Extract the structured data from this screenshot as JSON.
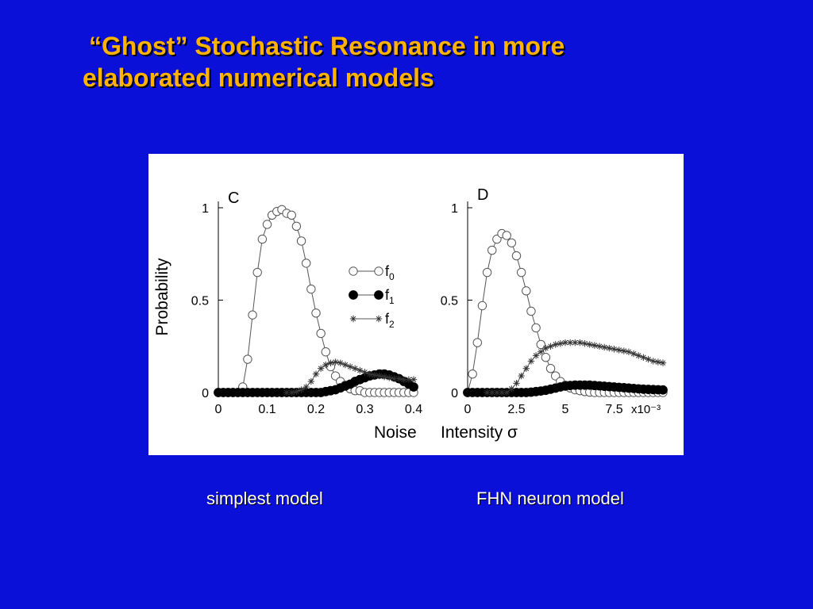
{
  "slide": {
    "title_line1": "“Ghost” Stochastic Resonance in more",
    "title_line2": "elaborated numerical models",
    "caption_left": "simplest model",
    "caption_right": "FHN neuron model",
    "background_color": "#0a10d8",
    "title_color": "#ffb300"
  },
  "chart_data": [
    {
      "type": "line",
      "panel_label": "C",
      "ylabel": "Probability",
      "xlabel": "Noise",
      "xlim": [
        0,
        0.4
      ],
      "ylim": [
        0,
        1
      ],
      "xticks": [
        "0",
        "0.1",
        "0.2",
        "0.3",
        "0.4"
      ],
      "xtick_values": [
        0,
        0.1,
        0.2,
        0.3,
        0.4
      ],
      "yticks": [
        "0",
        "0.5",
        "1"
      ],
      "ytick_values": [
        0,
        0.5,
        1
      ],
      "grid": false,
      "legend": {
        "position": "upper-right",
        "entries": [
          "f0",
          "f1",
          "f2"
        ]
      },
      "series": [
        {
          "name": "f0",
          "marker": "open-circle",
          "x": [
            0,
            0.01,
            0.02,
            0.03,
            0.04,
            0.05,
            0.06,
            0.07,
            0.08,
            0.09,
            0.1,
            0.11,
            0.12,
            0.13,
            0.14,
            0.15,
            0.16,
            0.17,
            0.18,
            0.19,
            0.2,
            0.21,
            0.22,
            0.23,
            0.24,
            0.25,
            0.26,
            0.27,
            0.28,
            0.29,
            0.3,
            0.31,
            0.32,
            0.33,
            0.34,
            0.35,
            0.36,
            0.37,
            0.38,
            0.39,
            0.4
          ],
          "y": [
            0,
            0,
            0,
            0,
            0,
            0.03,
            0.18,
            0.42,
            0.65,
            0.83,
            0.91,
            0.96,
            0.98,
            0.99,
            0.97,
            0.96,
            0.9,
            0.82,
            0.7,
            0.56,
            0.43,
            0.32,
            0.22,
            0.14,
            0.09,
            0.06,
            0.04,
            0.02,
            0.01,
            0.01,
            0,
            0,
            0,
            0,
            0,
            0,
            0,
            0,
            0,
            0,
            0
          ]
        },
        {
          "name": "f1",
          "marker": "filled-circle",
          "x": [
            0,
            0.01,
            0.02,
            0.03,
            0.04,
            0.05,
            0.06,
            0.07,
            0.08,
            0.09,
            0.1,
            0.11,
            0.12,
            0.13,
            0.14,
            0.15,
            0.16,
            0.17,
            0.18,
            0.19,
            0.2,
            0.21,
            0.22,
            0.23,
            0.24,
            0.25,
            0.26,
            0.27,
            0.28,
            0.29,
            0.3,
            0.31,
            0.32,
            0.33,
            0.34,
            0.35,
            0.36,
            0.37,
            0.38,
            0.39,
            0.4
          ],
          "y": [
            0,
            0,
            0,
            0,
            0,
            0,
            0,
            0,
            0,
            0,
            0,
            0,
            0,
            0,
            0,
            0,
            0,
            0,
            0,
            0,
            0,
            0,
            0.005,
            0.01,
            0.015,
            0.025,
            0.035,
            0.045,
            0.06,
            0.07,
            0.08,
            0.09,
            0.095,
            0.1,
            0.1,
            0.095,
            0.085,
            0.075,
            0.06,
            0.045,
            0.03
          ]
        },
        {
          "name": "f2",
          "marker": "star",
          "x": [
            0.14,
            0.15,
            0.16,
            0.17,
            0.18,
            0.19,
            0.2,
            0.21,
            0.22,
            0.23,
            0.24,
            0.25,
            0.26,
            0.27,
            0.28,
            0.29,
            0.3,
            0.31,
            0.32,
            0.33,
            0.34,
            0.35,
            0.36,
            0.37,
            0.38,
            0.39,
            0.4
          ],
          "y": [
            0,
            0,
            0.005,
            0.015,
            0.03,
            0.06,
            0.1,
            0.13,
            0.15,
            0.16,
            0.165,
            0.16,
            0.15,
            0.14,
            0.13,
            0.12,
            0.11,
            0.1,
            0.095,
            0.09,
            0.085,
            0.08,
            0.075,
            0.075,
            0.07,
            0.07,
            0.07
          ]
        }
      ]
    },
    {
      "type": "line",
      "panel_label": "D",
      "xlabel": "Intensity σ",
      "xlim": [
        0,
        10
      ],
      "ylim": [
        0,
        1
      ],
      "x_multiplier": "x10⁻³",
      "xticks": [
        "0",
        "2.5",
        "5",
        "7.5"
      ],
      "xtick_values": [
        0,
        2.5,
        5,
        7.5
      ],
      "yticks": [
        "0",
        "0.5",
        "1"
      ],
      "ytick_values": [
        0,
        0.5,
        1
      ],
      "grid": false,
      "series": [
        {
          "name": "f0",
          "marker": "open-circle",
          "x": [
            0,
            0.25,
            0.5,
            0.75,
            1.0,
            1.25,
            1.5,
            1.75,
            2.0,
            2.25,
            2.5,
            2.75,
            3.0,
            3.25,
            3.5,
            3.75,
            4.0,
            4.25,
            4.5,
            4.75,
            5.0,
            5.25,
            5.5,
            5.75,
            6.0,
            6.25,
            6.5,
            6.75,
            7.0,
            7.25,
            7.5,
            7.75,
            8.0,
            8.25,
            8.5,
            8.75,
            9.0,
            9.25,
            9.5,
            9.75,
            10.0
          ],
          "y": [
            0,
            0.1,
            0.27,
            0.47,
            0.65,
            0.77,
            0.83,
            0.86,
            0.85,
            0.81,
            0.74,
            0.65,
            0.55,
            0.44,
            0.35,
            0.26,
            0.19,
            0.13,
            0.09,
            0.06,
            0.04,
            0.025,
            0.015,
            0.01,
            0.005,
            0.002,
            0,
            0,
            0,
            0,
            0,
            0,
            0,
            0,
            0,
            0,
            0,
            0,
            0,
            0,
            0
          ]
        },
        {
          "name": "f1",
          "marker": "filled-circle",
          "x": [
            0,
            0.25,
            0.5,
            0.75,
            1.0,
            1.25,
            1.5,
            1.75,
            2.0,
            2.25,
            2.5,
            2.75,
            3.0,
            3.25,
            3.5,
            3.75,
            4.0,
            4.25,
            4.5,
            4.75,
            5.0,
            5.25,
            5.5,
            5.75,
            6.0,
            6.25,
            6.5,
            6.75,
            7.0,
            7.25,
            7.5,
            7.75,
            8.0,
            8.25,
            8.5,
            8.75,
            9.0,
            9.25,
            9.5,
            9.75,
            10.0
          ],
          "y": [
            0,
            0,
            0,
            0,
            0,
            0,
            0,
            0,
            0,
            0,
            0,
            0,
            0,
            0.002,
            0.005,
            0.008,
            0.012,
            0.018,
            0.024,
            0.03,
            0.035,
            0.038,
            0.04,
            0.04,
            0.04,
            0.04,
            0.038,
            0.036,
            0.034,
            0.032,
            0.03,
            0.028,
            0.026,
            0.024,
            0.022,
            0.02,
            0.018,
            0.017,
            0.016,
            0.015,
            0.014
          ]
        },
        {
          "name": "f2",
          "marker": "star",
          "x": [
            1.0,
            1.25,
            1.5,
            1.75,
            2.0,
            2.25,
            2.5,
            2.75,
            3.0,
            3.25,
            3.5,
            3.75,
            4.0,
            4.25,
            4.5,
            4.75,
            5.0,
            5.25,
            5.5,
            5.75,
            6.0,
            6.25,
            6.5,
            6.75,
            7.0,
            7.25,
            7.5,
            7.75,
            8.0,
            8.25,
            8.5,
            8.75,
            9.0,
            9.25,
            9.5,
            9.75,
            10.0
          ],
          "y": [
            0,
            0,
            0,
            0,
            0,
            0.02,
            0.05,
            0.09,
            0.13,
            0.17,
            0.2,
            0.22,
            0.24,
            0.25,
            0.26,
            0.265,
            0.27,
            0.27,
            0.27,
            0.27,
            0.265,
            0.26,
            0.255,
            0.25,
            0.245,
            0.24,
            0.235,
            0.23,
            0.225,
            0.22,
            0.21,
            0.2,
            0.19,
            0.18,
            0.17,
            0.165,
            0.16
          ]
        }
      ]
    }
  ]
}
